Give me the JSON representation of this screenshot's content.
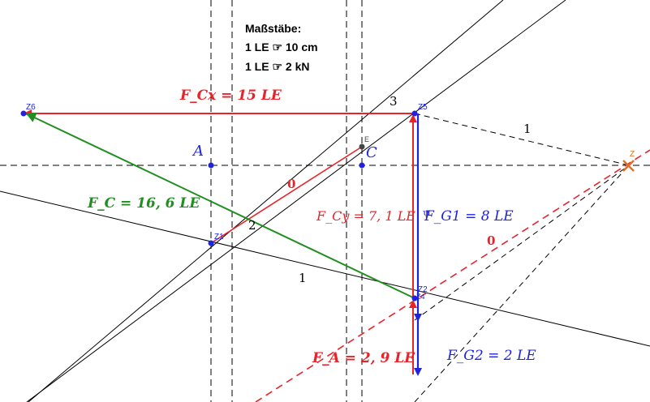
{
  "scale_box": {
    "title": "Maßstäbe:",
    "line1": "1 LE ☞ 10 cm",
    "line2": "1 LE ☞ 2 kN"
  },
  "labels": {
    "fcx": "F_Cx = 15 LE",
    "fc": "F_C = 16, 6 LE",
    "fcy": "F_Cy = 7, 1 LE",
    "fg1": "F_G1 = 8 LE",
    "fg2": "F_G2 = 2 LE",
    "fa": "F_A = 2, 9 LE",
    "point_a": "A",
    "point_c": "C",
    "point_e": "E",
    "point_z": "Z",
    "z6": "Z6",
    "z5": "Z5",
    "z1": "Z1",
    "z2": "Z2",
    "z4": "Z4",
    "ray_num_3": "3",
    "ray_num_1_top": "1",
    "ray_num_0_mid": "0",
    "ray_num_2": "2",
    "ray_num_1_low": "1",
    "ray_num_0_right": "0",
    "psi": "Ψ"
  },
  "colors": {
    "red": "#e8232a",
    "green": "#1f8f1f",
    "blue": "#1f23e0",
    "black": "#000000",
    "orange": "#e07020"
  }
}
